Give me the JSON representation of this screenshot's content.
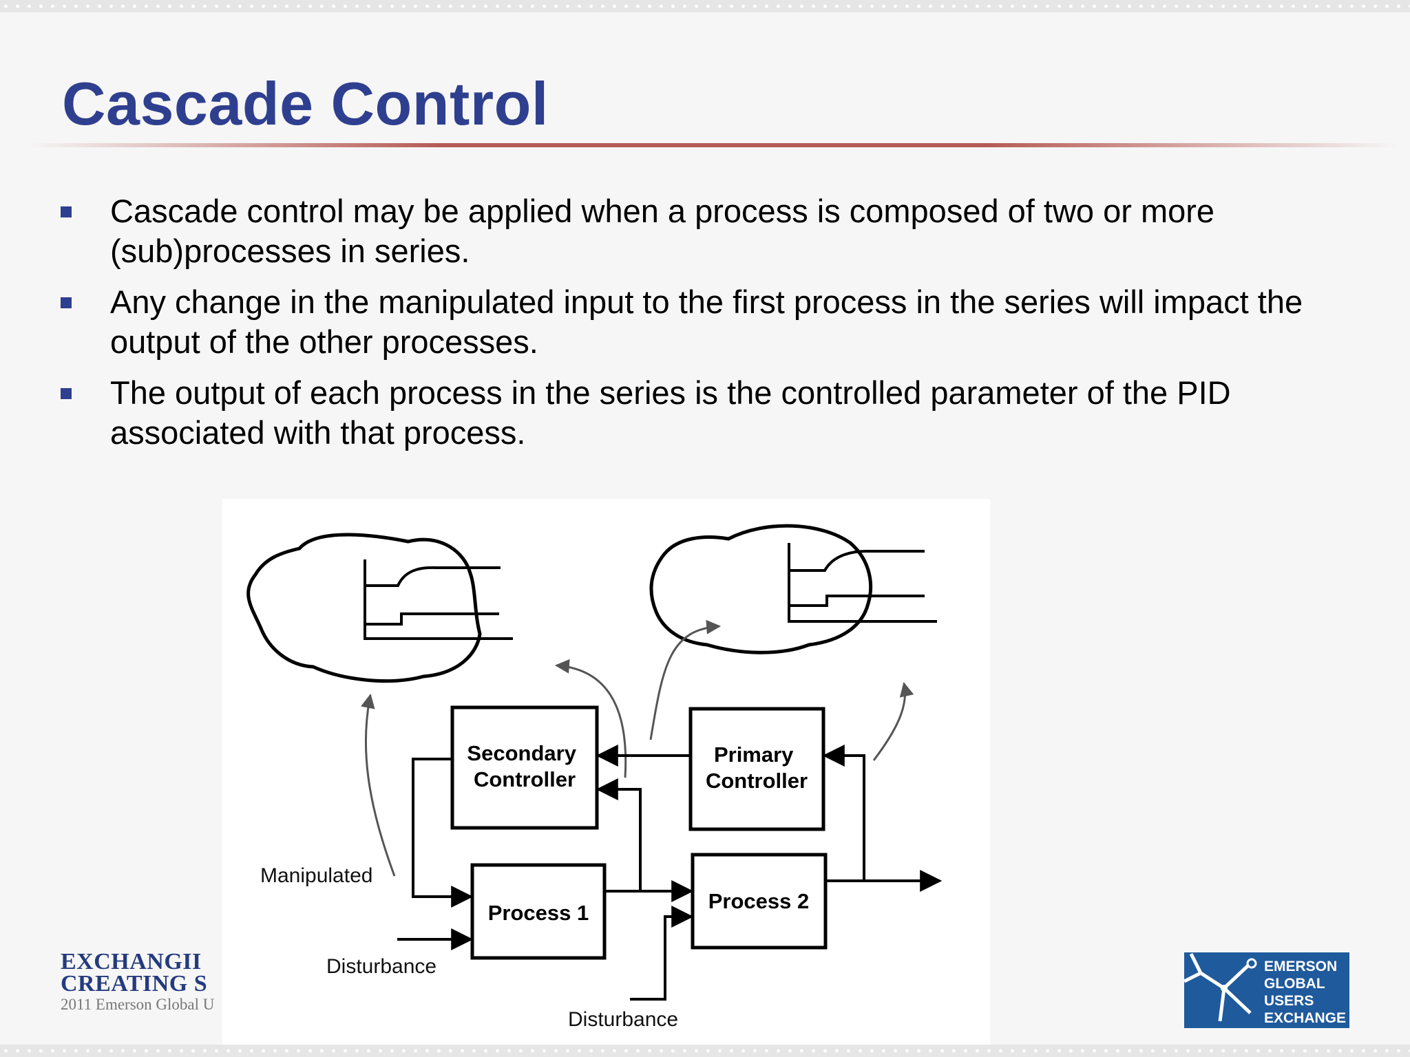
{
  "slide": {
    "title": "Cascade Control",
    "bullets": [
      "Cascade control may be applied when a process is composed of two or more (sub)processes in series.",
      "Any change in the manipulated input to the first process in the series will impact the output of the other processes.",
      "The output of each process in the series is the controlled parameter of the PID associated with that process."
    ]
  },
  "diagram": {
    "secondary_controller": [
      "Secondary",
      "Controller"
    ],
    "primary_controller": [
      "Primary",
      "Controller"
    ],
    "process_1": "Process 1",
    "process_2": "Process 2",
    "manipulated_label": "Manipulated",
    "disturbance_label_1": "Disturbance",
    "disturbance_label_2": "Disturbance"
  },
  "footer": {
    "left_logo": [
      "EXCHANGII",
      "CREATING S",
      "2011 Emerson Global U"
    ],
    "right_logo": [
      "EMERSON",
      "GLOBAL",
      "USERS",
      "EXCHANGE"
    ]
  },
  "colors": {
    "title": "#2f3f8f",
    "rule": "#b75a54",
    "bullet_marker": "#2f3f8f",
    "logo_blue": "#1f5a9c"
  }
}
